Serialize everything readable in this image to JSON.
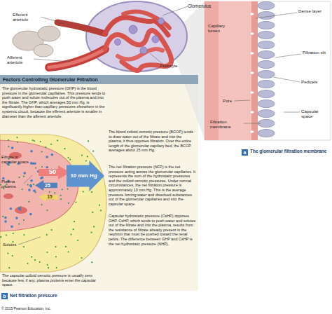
{
  "diagram": {
    "nodes": [
      {
        "text": [
          "Factors Controlling Glomerular Filtration",
          "The glomerular hydrostatic pressure (GHP) is the blood pressure in the glomerular capillaries. This pressure tends to push water and solute molecules out of the plasma and into the filtrate. The GHP, which averages 50 mm Hg, is significantly higher than capillary pressures elsewhere in the systemic circuit, because the efferent arteriole is smaller in diameter than the afferent arteriole.",
          "The blood colloid osmotic pressure (BCOP) tends to draw water out of the filtrate and into the plasma; it thus opposes filtration. Over the entire length of the glomerular capillary bed, the BCOP averages about 25 mm Hg.",
          "The net filtration pressure (NFP) is the net pressure acting across the glomerular capillaries. It represents the sum of the hydrostatic pressures and the colloid osmotic pressures. Under normal circumstances, the net filtration pressure is approximately 10 mm Hg. This is the average pressure forcing water and dissolved substances out of the glomerular capillaries and into the capsular space.",
          "Capsular hydrostatic pressure (CsHP) opposes GHP. CsHP, which tends to push water and solutes out of the filtrate and into the plasma, results from the resistance of filtrate already present in the nephron that must be pushed toward the renal pelvis. The difference between GHP and CsHP is the net hydrostatic pressure (NHP).",
          "The capsular colloid osmotic pressure is usually zero because few, if any, plasma proteins enter the capsular space."
        ]
      },
      {
        "text": [
          "50"
        ],
        "in": 0
      },
      {
        "text": [
          "10 mm Hg"
        ],
        "in": 0
      },
      {
        "text": [
          "25"
        ],
        "in": 0
      },
      {
        "text": [
          "15"
        ],
        "in": 0
      },
      {
        "text": [
          "a"
        ]
      },
      {
        "text": [
          "b"
        ]
      }
    ],
    "labels": [
      "Glomerulus",
      "Efferent arteriole",
      "Afferent arteriole",
      "Podocyte",
      "Dense layer",
      "Capillary lumen",
      "Filtration slit",
      "Pedicels",
      "Pore",
      "Capsular space",
      "Filtration membrane",
      "The glomerular filtration membrane",
      "Filtrate in capsular space",
      "Plasma proteins",
      "Solutes",
      "Net filtration pressure",
      "© 2015 Pearson Education, Inc."
    ]
  }
}
